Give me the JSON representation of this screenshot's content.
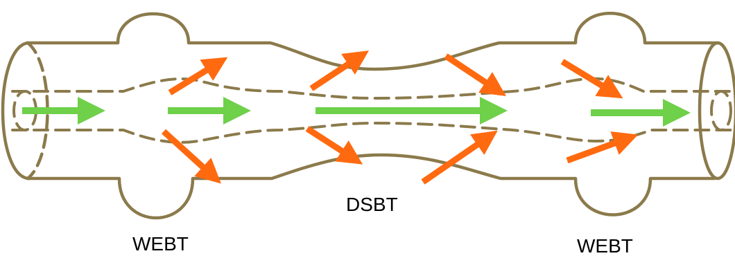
{
  "labels": {
    "webt_left": "WEBT",
    "dsbt": "DSBT",
    "webt_right": "WEBT"
  },
  "colors": {
    "outline": "#8b7a4b",
    "flow_arrow": "#6fd04a",
    "radial_arrow": "#ff6a10",
    "background": "#ffffff"
  }
}
